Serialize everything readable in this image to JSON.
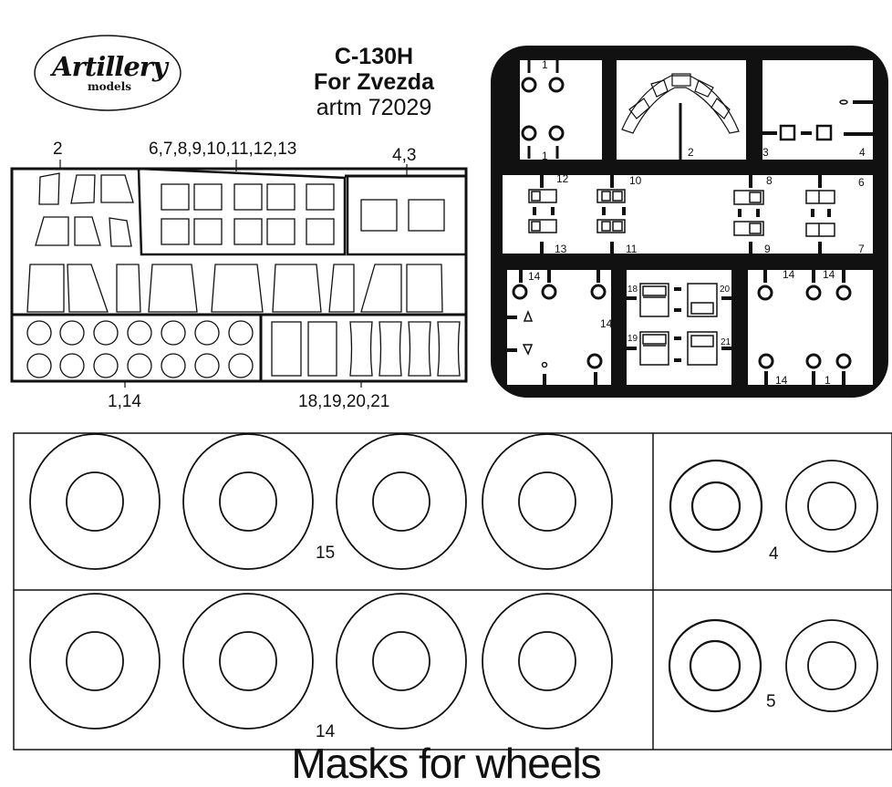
{
  "logo": {
    "brand": "Artillery",
    "sub": "models"
  },
  "title": {
    "line1": "C-130H",
    "line2": "For Zvezda",
    "line3": "artm 72029"
  },
  "glass_sheet": {
    "labels": {
      "top_left": "2",
      "top_middle": "6,7,8,9,10,11,12,13",
      "top_right": "4,3",
      "bottom_left": "1,14",
      "bottom_right": "18,19,20,21"
    }
  },
  "sprue": {
    "numbers": {
      "a1_top": "1",
      "a1_bottom": "1",
      "a2": "2",
      "a3": "3",
      "a4": "4",
      "b12": "12",
      "b10": "10",
      "b8": "8",
      "b6": "6",
      "b13": "13",
      "b11": "11",
      "b9": "9",
      "b7": "7",
      "c14_top": "14",
      "c14_side": "14",
      "d18": "18",
      "d20": "20",
      "d19": "19",
      "d21": "21",
      "e14a": "14",
      "e14b": "14",
      "e14c": "14",
      "e1": "1"
    }
  },
  "wheels": {
    "row1_label": "15",
    "row2_label": "14",
    "small1_label": "4",
    "small2_label": "5"
  },
  "footer": {
    "caption": "Masks for wheels"
  }
}
